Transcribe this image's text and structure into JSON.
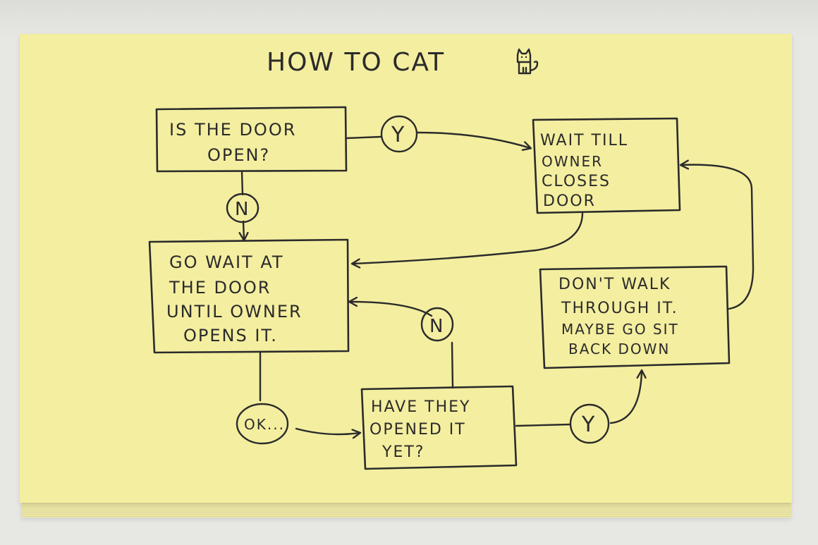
{
  "title": "HOW TO CAT",
  "title_icon": "cat-doodle-icon",
  "boxes": {
    "door_open": [
      "IS THE DOOR",
      "OPEN?"
    ],
    "wait_close": [
      "WAIT TILL",
      "OWNER",
      "CLOSES",
      "DOOR"
    ],
    "go_wait": [
      "GO WAIT AT",
      "THE DOOR",
      "UNTIL OWNER",
      "OPENS IT."
    ],
    "dont_walk": [
      "DON'T WALK",
      "THROUGH IT.",
      "MAYBE GO SIT",
      "BACK DOWN"
    ],
    "have_opened": [
      "HAVE THEY",
      "OPENED IT",
      "YET?"
    ]
  },
  "labels": {
    "yes_1": "Y",
    "no_1": "N",
    "no_2": "N",
    "ok": "OK...",
    "yes_2": "Y"
  },
  "colors": {
    "paper": "#f4eea0",
    "ink": "#2b2b2b",
    "background": "#e7e7e4"
  }
}
